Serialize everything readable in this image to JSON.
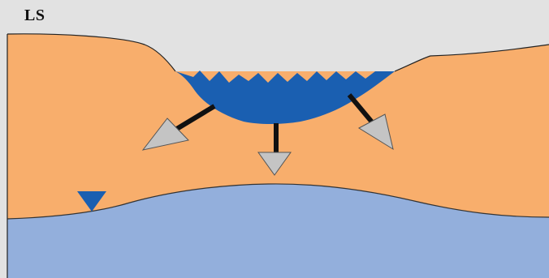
{
  "panel": {
    "label": "LS"
  },
  "colors": {
    "background": "#e2e2e2",
    "soil_unsaturated": "#f8ae6c",
    "groundwater": "#93afdc",
    "surface_water": "#1a5fb1",
    "flow_arrow_shaft": "#111111",
    "flow_arrow_head": "#c4c4c4",
    "outline": "#222222"
  },
  "icons": {
    "water_table_marker": "inverted-triangle-icon",
    "flow_arrow": "arrow-icon"
  },
  "flow_arrows": {
    "directions": [
      "down-left",
      "down",
      "down-right"
    ]
  }
}
